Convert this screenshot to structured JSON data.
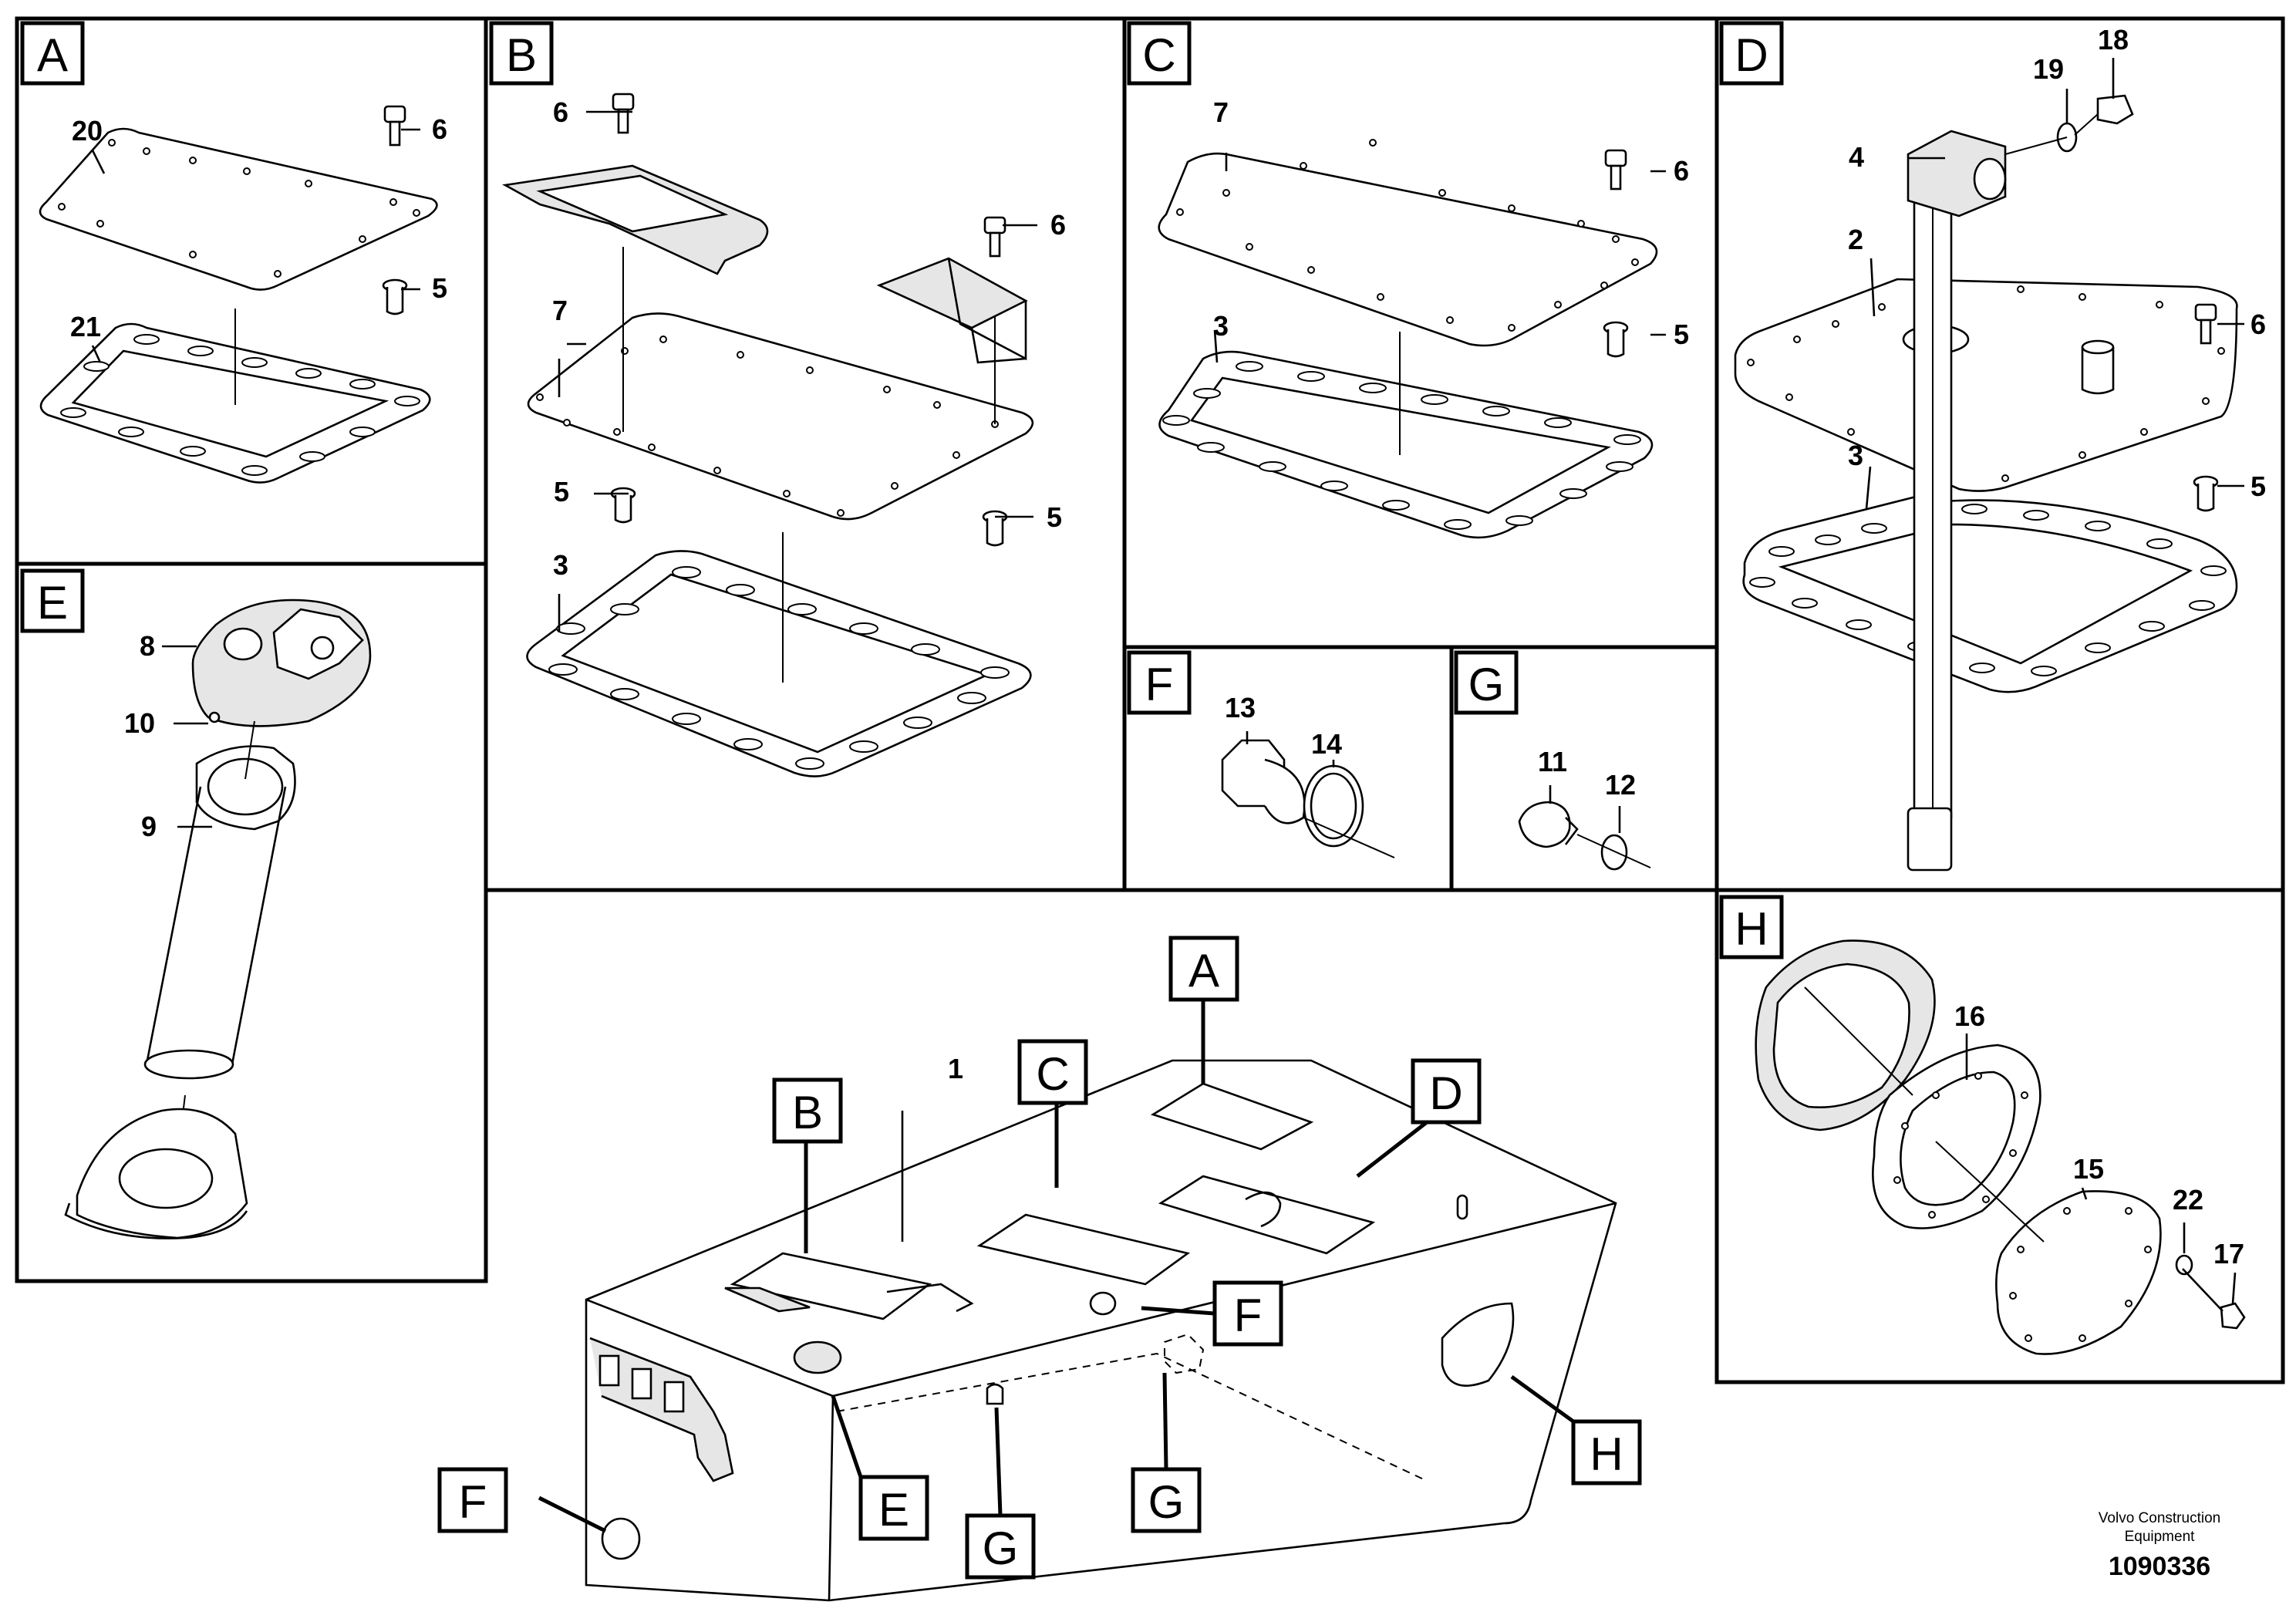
{
  "sections": [
    {
      "id": "A",
      "label": "A"
    },
    {
      "id": "B",
      "label": "B"
    },
    {
      "id": "C",
      "label": "C"
    },
    {
      "id": "D",
      "label": "D"
    },
    {
      "id": "E",
      "label": "E"
    },
    {
      "id": "F",
      "label": "F"
    },
    {
      "id": "G",
      "label": "G"
    },
    {
      "id": "H",
      "label": "H"
    }
  ],
  "part_numbers": {
    "p1": "1",
    "p2": "2",
    "p3": "3",
    "p4": "4",
    "p5": "5",
    "p6": "6",
    "p7": "7",
    "p8": "8",
    "p9": "9",
    "p10": "10",
    "p11": "11",
    "p12": "12",
    "p13": "13",
    "p14": "14",
    "p15": "15",
    "p16": "16",
    "p17": "17",
    "p18": "18",
    "p19": "19",
    "p20": "20",
    "p21": "21",
    "p22": "22"
  },
  "footer": {
    "company_line1": "Volvo Construction",
    "company_line2": "Equipment",
    "drawing_number": "1090336"
  }
}
